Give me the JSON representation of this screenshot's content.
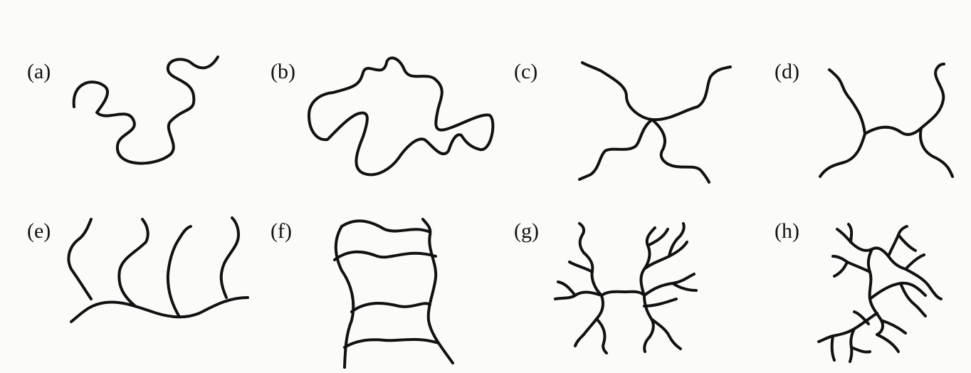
{
  "panels": [
    {
      "label": "(a)",
      "shape": "linear chain"
    },
    {
      "label": "(b)",
      "shape": "ring"
    },
    {
      "label": "(c)",
      "shape": "star, four arms"
    },
    {
      "label": "(d)",
      "shape": "H-shaped"
    },
    {
      "label": "(e)",
      "shape": "comb"
    },
    {
      "label": "(f)",
      "shape": "ladder"
    },
    {
      "label": "(g)",
      "shape": "dendrimer"
    },
    {
      "label": "(h)",
      "shape": "randomly branched"
    }
  ],
  "colors": {
    "background": "#fbfbf9",
    "ink": "#111111"
  }
}
